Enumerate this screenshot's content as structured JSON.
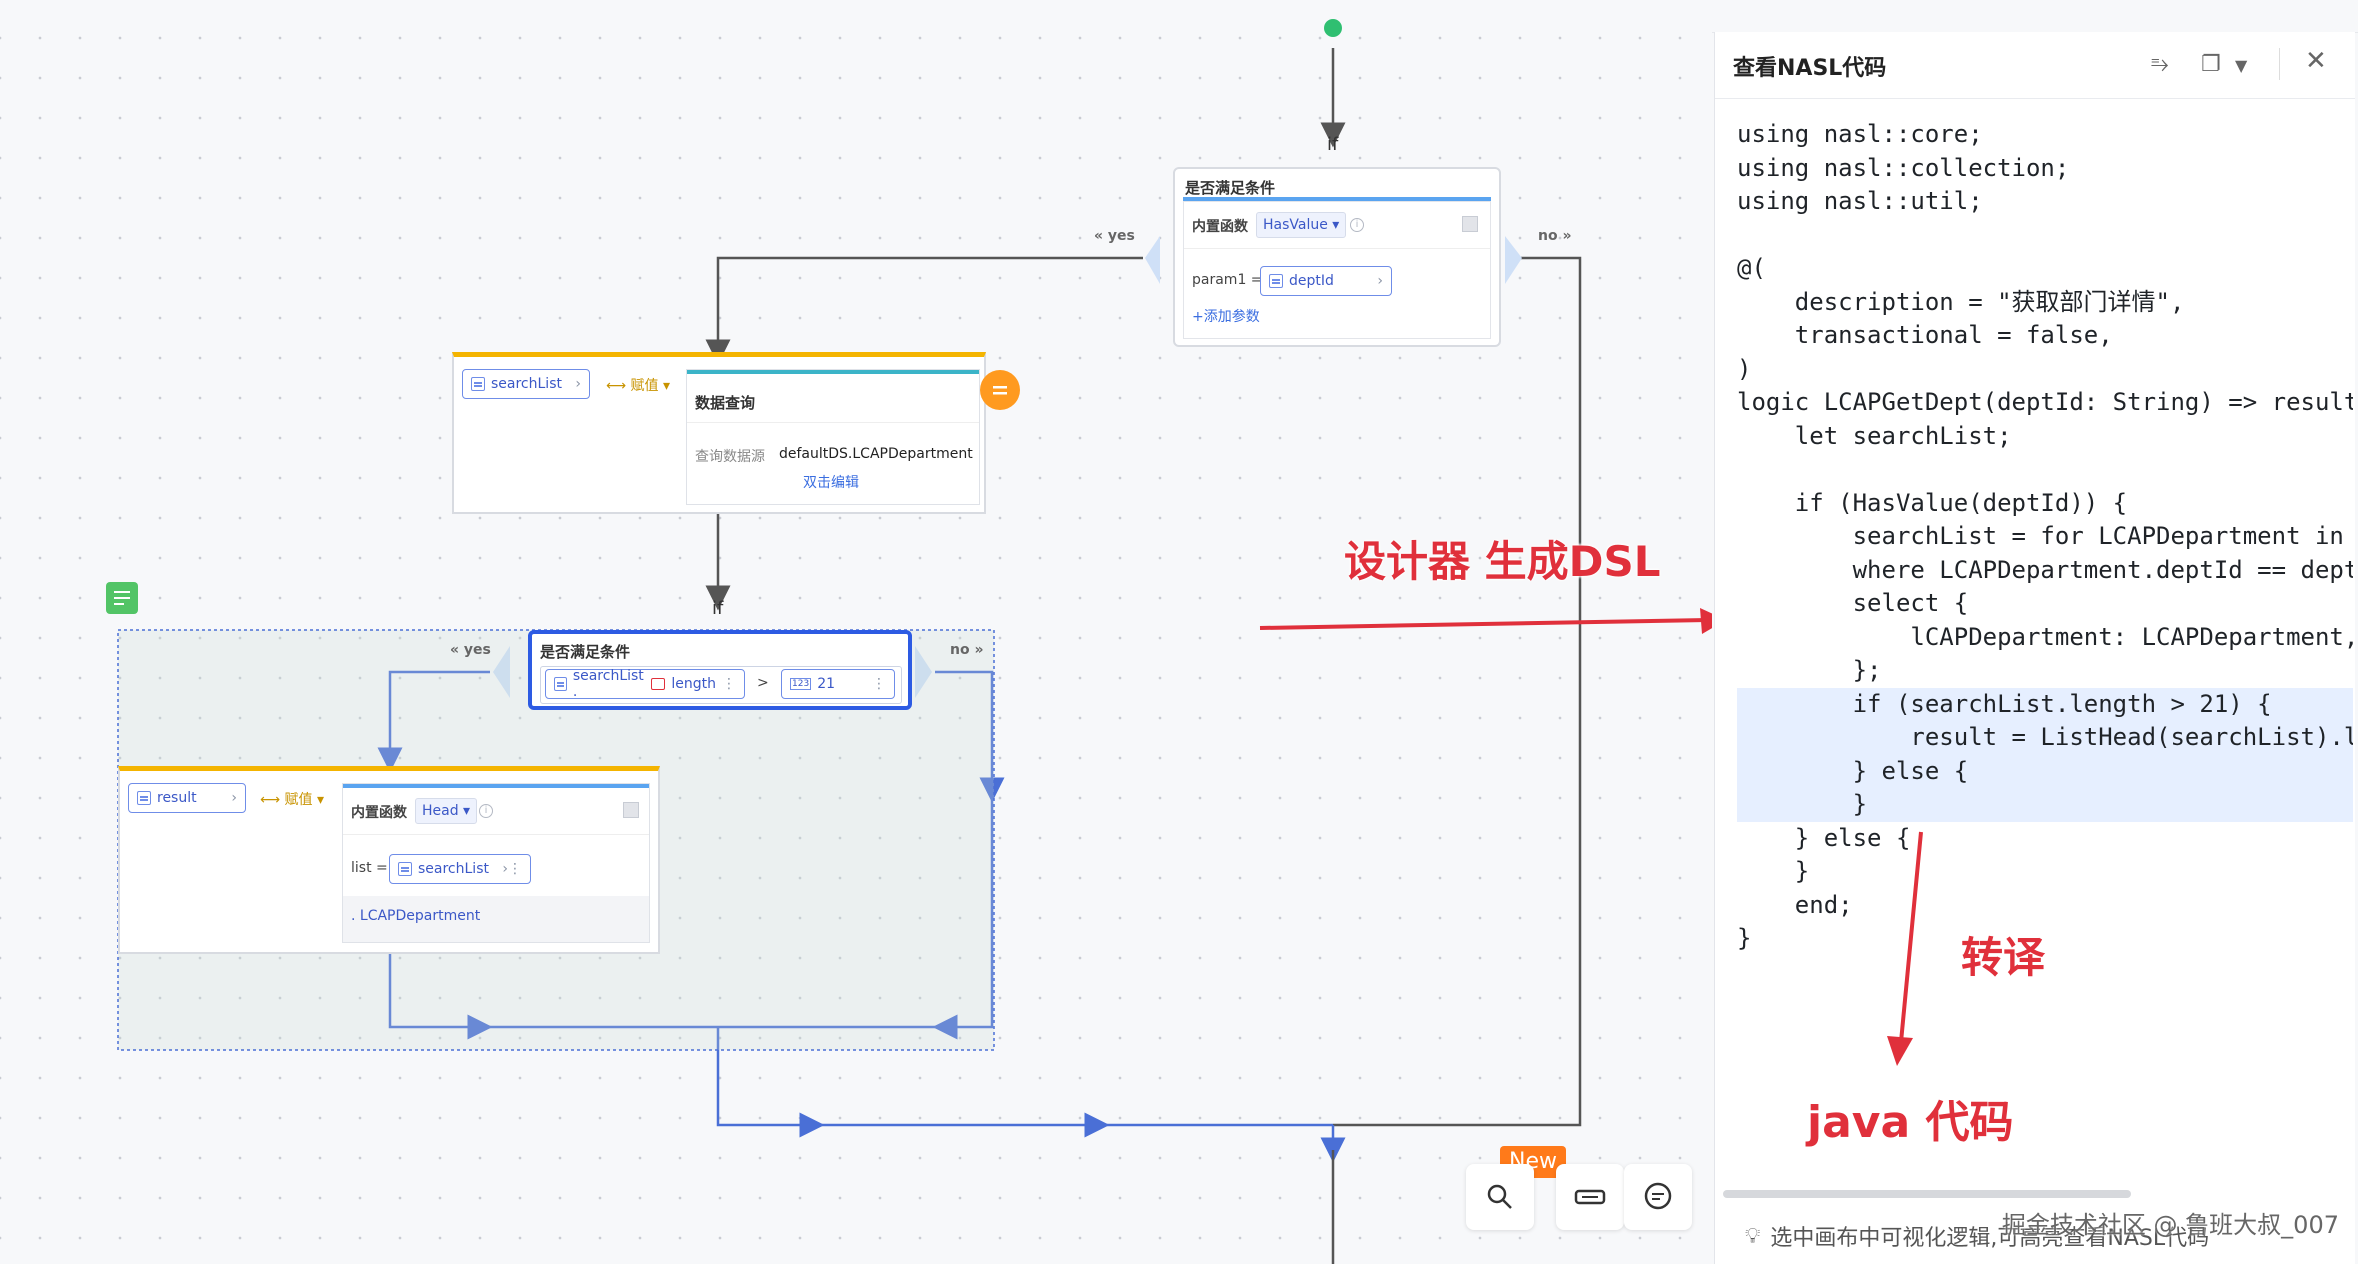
{
  "canvas": {
    "if_label": "if",
    "yes_label": "« yes",
    "no_label": "no »",
    "assign_label": "⟷ 赋值 ▾",
    "top_condition": {
      "title": "是否满足条件",
      "builtin_label": "内置函数",
      "function": "HasValue ▾",
      "param_label": "param1 =",
      "param_value": "deptId",
      "add_param": "+添加参数"
    },
    "search_assign": {
      "target": "searchList",
      "query_title": "数据查询",
      "source_label": "查询数据源",
      "source_value": "defaultDS.LCAPDepartment",
      "edit_link": "双击编辑"
    },
    "inner_condition": {
      "title": "是否满足条件",
      "left_var": "searchList .",
      "left_prop": "length",
      "op": ">",
      "num_type": "123",
      "right_value": "21"
    },
    "result_assign": {
      "target": "result",
      "builtin_label": "内置函数",
      "function": "Head ▾",
      "list_label": "list =",
      "list_value": "searchList",
      "prop_value": ". LCAPDepartment"
    },
    "new_badge": "New"
  },
  "panel": {
    "title": "查看NASL代码",
    "code_lines": [
      "using nasl::core;",
      "using nasl::collection;",
      "using nasl::util;",
      "",
      "@(",
      "    description = \"获取部门详情\",",
      "    transactional = false,",
      ")",
      "logic LCAPGetDept(deptId: String) => result",
      "    let searchList;",
      "",
      "    if (HasValue(deptId)) {",
      "        searchList = for LCAPDepartment in",
      "        where LCAPDepartment.deptId == dept",
      "        select {",
      "            lCAPDepartment: LCAPDepartment,",
      "        };",
      "        if (searchList.length > 21) {",
      "            result = ListHead(searchList).l",
      "        } else {",
      "        }",
      "    } else {",
      "    }",
      "    end;",
      "}"
    ],
    "tip": "选中画布中可视化逻辑,可高亮查看NASL代码"
  },
  "annotations": {
    "designer": "设计器 生成DSL",
    "translate": "转译",
    "java": "java 代码",
    "watermark": "掘金技术社区 @ 鲁班大叔_007"
  }
}
